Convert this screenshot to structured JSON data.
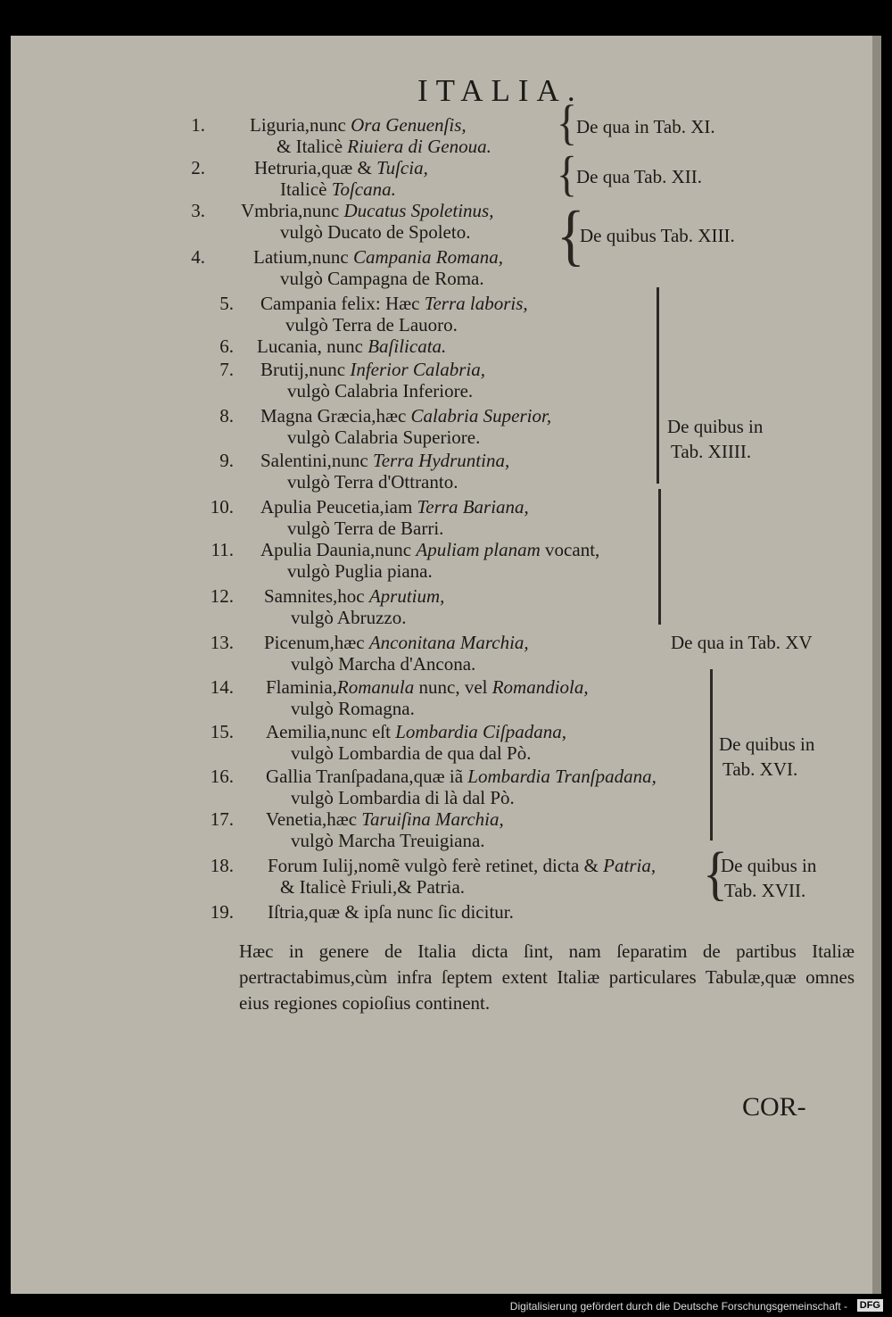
{
  "running_head": "ITALIA.",
  "entries": [
    {
      "num": "1.",
      "a": "Liguria,nunc ",
      "ai": "Ora Genuenſis,",
      "b": "& Italicè ",
      "bi": "Riuiera di Genoua."
    },
    {
      "num": "2.",
      "a": "Hetruria,quæ & ",
      "ai": "Tuſcia,",
      "b": "Italicè ",
      "bi": "Toſcana."
    },
    {
      "num": "3.",
      "a": "Vmbria,nunc ",
      "ai": "Ducatus Spoletinus,",
      "b": "vulgò Ducato de Spoleto.",
      "bi": ""
    },
    {
      "num": "4.",
      "a": "Latium,nunc ",
      "ai": "Campania Romana,",
      "b": "vulgò Campagna de Roma.",
      "bi": ""
    },
    {
      "num": "5.",
      "a": "Campania felix: Hæc ",
      "ai": "Terra laboris,",
      "b": "vulgò Terra de Lauoro.",
      "bi": ""
    },
    {
      "num": "6.",
      "a": "Lucania, nunc ",
      "ai": "Baſilicata.",
      "b": "",
      "bi": ""
    },
    {
      "num": "7.",
      "a": "Brutij,nunc ",
      "ai": "Inferior Calabria,",
      "b": "vulgò Calabria Inferiore.",
      "bi": ""
    },
    {
      "num": "8.",
      "a": "Magna Græcia,hæc ",
      "ai": "Calabria Superior,",
      "b": "vulgò Calabria Superiore.",
      "bi": ""
    },
    {
      "num": "9.",
      "a": "Salentini,nunc ",
      "ai": "Terra Hydruntina,",
      "b": "vulgò Terra d'Ottranto.",
      "bi": ""
    },
    {
      "num": "10.",
      "a": "Apulia Peucetia,iam ",
      "ai": "Terra Bariana,",
      "b": "vulgò Terra de Barri.",
      "bi": ""
    },
    {
      "num": "11.",
      "a": "Apulia Daunia,nunc ",
      "ai": "Apuliam planam",
      "b": "vulgò Puglia piana.",
      "bi": "",
      "c": " vocant,"
    },
    {
      "num": "12.",
      "a": "Samnites,hoc ",
      "ai": "Aprutium,",
      "b": "vulgò Abruzzo.",
      "bi": ""
    },
    {
      "num": "13.",
      "a": "Picenum,hæc ",
      "ai": "Anconitana Marchia,",
      "b": "vulgò Marcha d'Ancona.",
      "bi": ""
    },
    {
      "num": "14.",
      "a": "Flaminia,",
      "ai": "Romanula",
      "b": "vulgò Romagna.",
      "bi": "",
      "c": " nunc, vel ",
      "ci": "Romandiola,"
    },
    {
      "num": "15.",
      "a": "Aemilia,nunc eſt ",
      "ai": "Lombardia Ciſpadana,",
      "b": "vulgò Lombardia de qua dal Pò.",
      "bi": ""
    },
    {
      "num": "16.",
      "a": "Gallia Tranſpadana,quæ iã ",
      "ai": "Lombardia Tranſpadana,",
      "b": "vulgò Lombardia di là dal Pò.",
      "bi": ""
    },
    {
      "num": "17.",
      "a": "Venetia,hæc ",
      "ai": "Taruiſina Marchia,",
      "b": "vulgò Marcha Treuigiana.",
      "bi": ""
    },
    {
      "num": "18.",
      "a": "Forum Iulij,nomẽ vulgò ferè retinet, dicta & ",
      "ai": "Patria,",
      "b": "& Italicè Friuli,& Patria.",
      "bi": ""
    },
    {
      "num": "19.",
      "a": "Iſtria,quæ & ipſa nunc ſic dicitur.",
      "ai": "",
      "b": "",
      "bi": ""
    }
  ],
  "brackets": [
    {
      "l1": "De qua in Tab. XI.",
      "l2": ""
    },
    {
      "l1": "De qua Tab. XII.",
      "l2": ""
    },
    {
      "l1": "De quibus Tab. XIII.",
      "l2": ""
    },
    {
      "l1": "De quibus in",
      "l2": "Tab. XIIII."
    },
    {
      "l1": "De qua in Tab. XV",
      "l2": ""
    },
    {
      "l1": "De quibus in",
      "l2": "Tab. XVI."
    },
    {
      "l1": "De quibus in",
      "l2": "Tab. XVII."
    }
  ],
  "paragraph": "Hæc in genere de Italia dicta ſint, nam ſeparatim de partibus Italiæ pertractabimus,cùm infra ſeptem extent Italiæ particulares Tabulæ,quæ omnes eius regiones copioſius continent.",
  "catchword": "COR-",
  "footer": {
    "text": "Digitalisierung gefördert durch die Deutsche Forschungsgemeinschaft -",
    "logo": "DFG"
  }
}
